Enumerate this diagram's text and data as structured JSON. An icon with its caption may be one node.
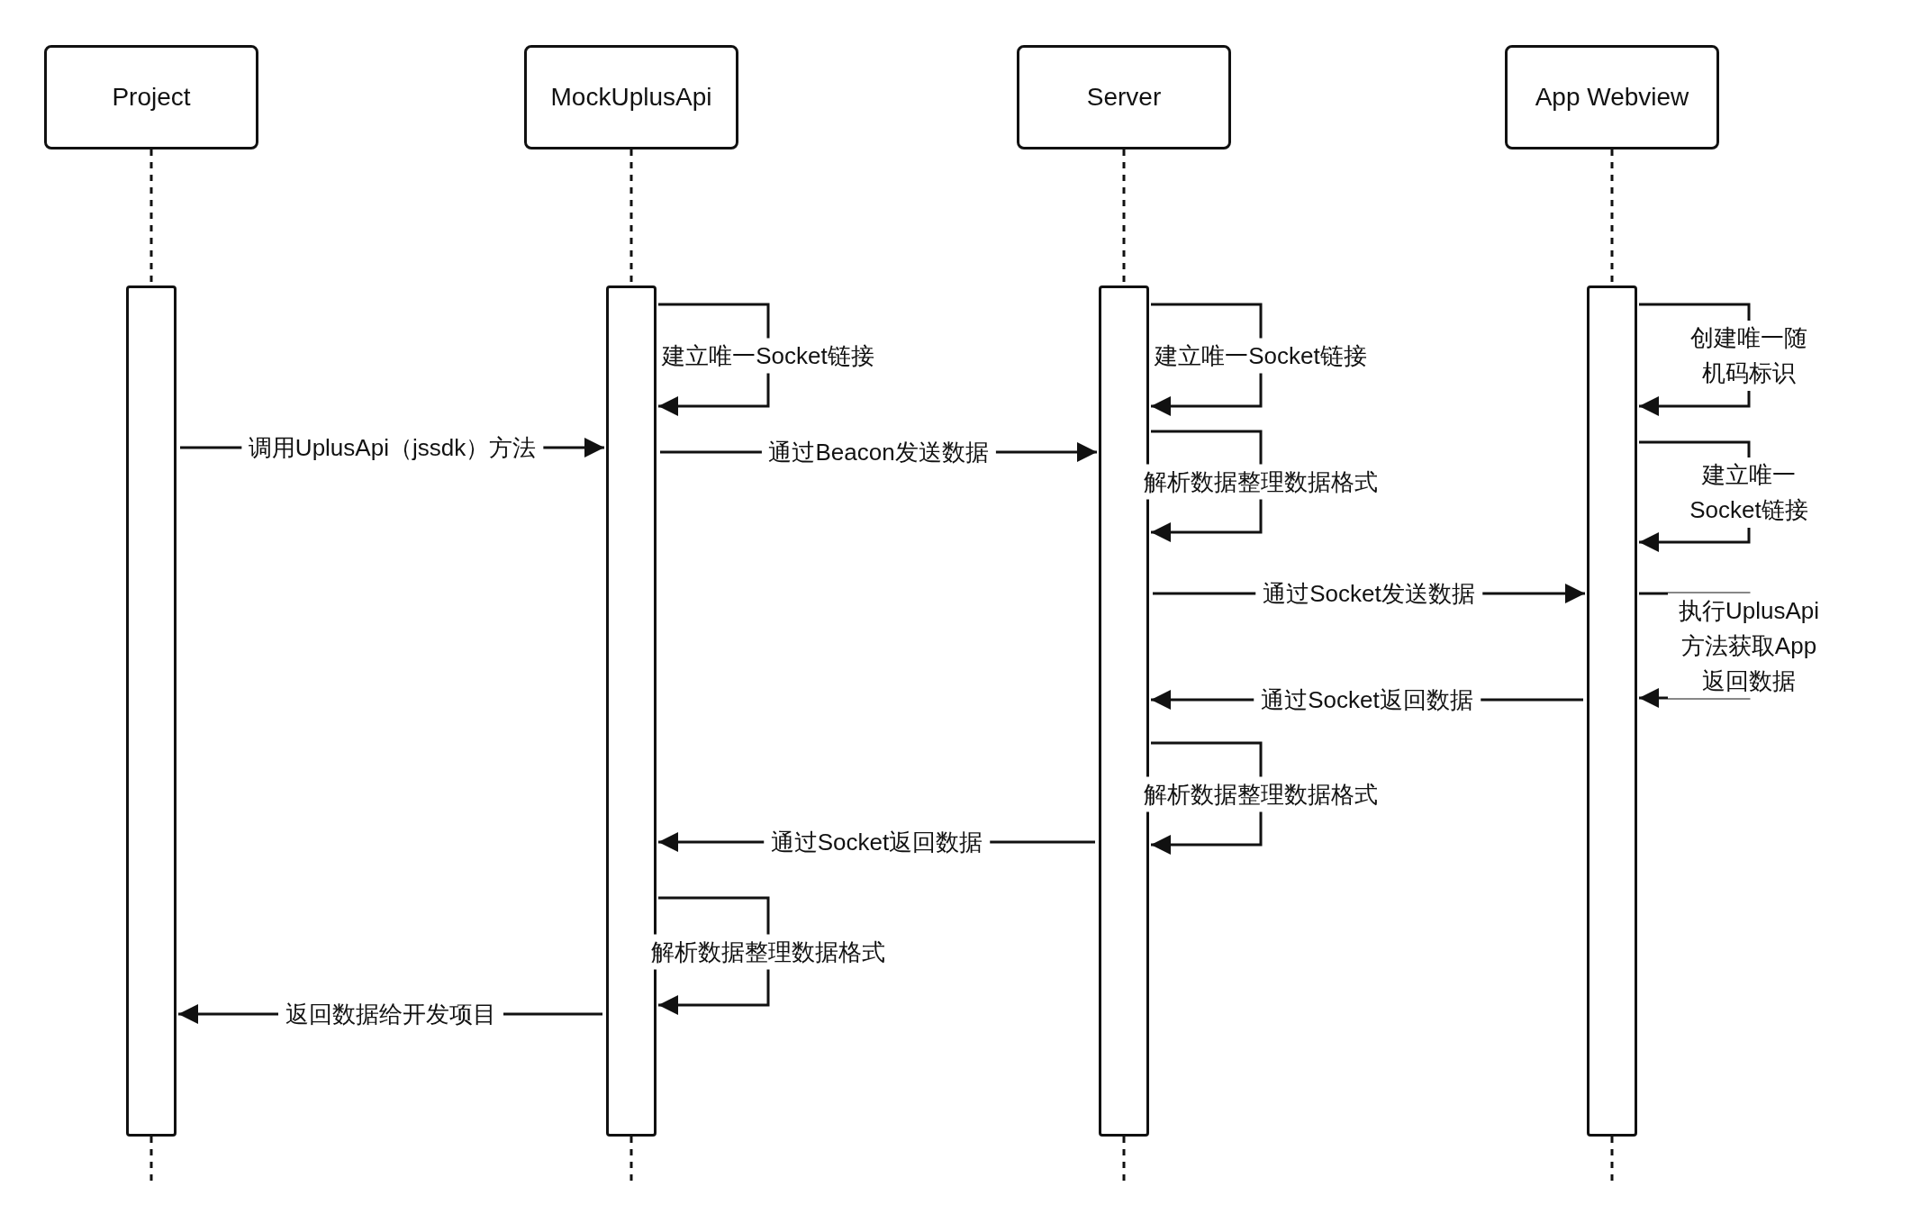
{
  "diagram": {
    "nodes": [
      {
        "text": [
          "Project"
        ]
      },
      {
        "text": [
          "MockUplusApi"
        ]
      },
      {
        "text": [
          "Server"
        ]
      },
      {
        "text": [
          "App Webview"
        ]
      },
      {
        "text": [],
        "shape": "bar"
      },
      {
        "text": [],
        "shape": "bar"
      },
      {
        "text": [],
        "shape": "bar"
      },
      {
        "text": [],
        "shape": "bar"
      }
    ],
    "edges": [
      {
        "from": 0,
        "to": 4,
        "arrow": "none",
        "style": "dashed"
      },
      {
        "from": 1,
        "to": 5,
        "arrow": "none",
        "style": "dashed"
      },
      {
        "from": 2,
        "to": 6,
        "arrow": "none",
        "style": "dashed"
      },
      {
        "from": 3,
        "to": 7,
        "arrow": "none",
        "style": "dashed"
      },
      {
        "from": 4,
        "to": null,
        "arrow": "none",
        "style": "dashed"
      },
      {
        "from": 5,
        "to": null,
        "arrow": "none",
        "style": "dashed"
      },
      {
        "from": 6,
        "to": null,
        "arrow": "none",
        "style": "dashed"
      },
      {
        "from": 7,
        "to": null,
        "arrow": "none",
        "style": "dashed"
      },
      {
        "from": 5,
        "to": 5,
        "arrow": "to",
        "label": "建立唯一Socket链接"
      },
      {
        "from": 6,
        "to": 6,
        "arrow": "to",
        "label": "建立唯一Socket链接"
      },
      {
        "from": 7,
        "to": 7,
        "arrow": "to",
        "label": "创建唯一随机码标识"
      },
      {
        "from": 4,
        "to": 5,
        "arrow": "to",
        "label": "调用UplusApi（jssdk）方法"
      },
      {
        "from": 5,
        "to": 6,
        "arrow": "to",
        "label": "通过Beacon发送数据"
      },
      {
        "from": 6,
        "to": 6,
        "arrow": "to",
        "label": "解析数据整理数据格式"
      },
      {
        "from": 7,
        "to": 7,
        "arrow": "to",
        "label": "建立唯一Socket链接"
      },
      {
        "from": 6,
        "to": 7,
        "arrow": "to",
        "label": "通过Socket发送数据"
      },
      {
        "from": 7,
        "to": 7,
        "arrow": "to",
        "label": "执行UplusApi方法获取App返回数据"
      },
      {
        "from": 7,
        "to": 6,
        "arrow": "to",
        "label": "通过Socket返回数据"
      },
      {
        "from": 6,
        "to": 6,
        "arrow": "to",
        "label": "解析数据整理数据格式"
      },
      {
        "from": 6,
        "to": 5,
        "arrow": "to",
        "label": "通过Socket返回数据"
      },
      {
        "from": 5,
        "to": 5,
        "arrow": "to",
        "label": "解析数据整理数据格式"
      },
      {
        "from": 5,
        "to": 4,
        "arrow": "to",
        "label": "返回数据给开发项目"
      }
    ]
  }
}
